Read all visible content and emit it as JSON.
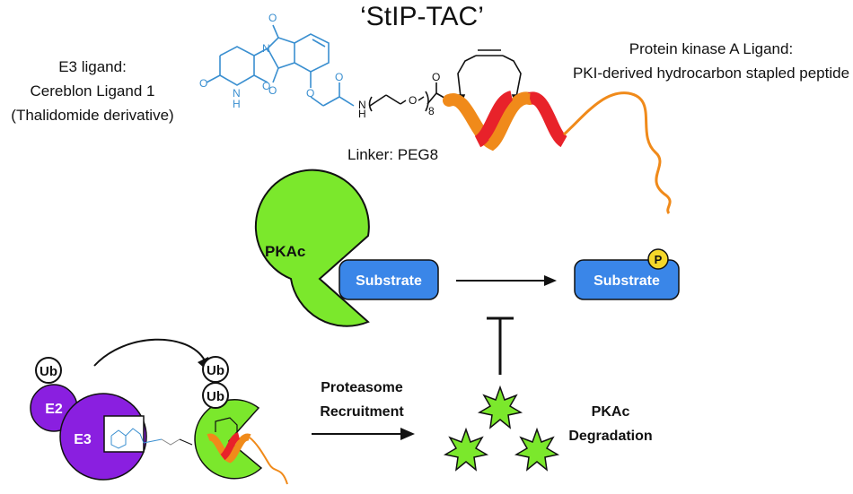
{
  "title": "‘StIP-TAC’",
  "e3_ligand_label": [
    "E3 ligand:",
    "Cereblon Ligand 1",
    "(Thalidomide derivative)"
  ],
  "linker_label": "Linker: PEG8",
  "pka_ligand_label": [
    "Protein kinase A Ligand:",
    "PKI-derived hydrocarbon stapled peptide"
  ],
  "chem_atoms": {
    "O": "O",
    "N": "N",
    "NH": "N",
    "H": "H",
    "repeat": "8"
  },
  "pkac_label": "PKAc",
  "substrate_label": "Substrate",
  "substrate_phospho_label": "Substrate",
  "phospho_label": "P",
  "ub_labels": [
    "Ub",
    "Ub",
    "Ub"
  ],
  "e2_label": "E2",
  "e3_label": "E3",
  "recruitment_label": [
    "Proteasome",
    "Recruitment"
  ],
  "degradation_label": [
    "PKAc",
    "Degradation"
  ],
  "colors": {
    "green": "#7be82c",
    "purple": "#8a1fe0",
    "blue": "#3a86e8",
    "yellow": "#f5d72a",
    "orange": "#f08a1a",
    "red": "#e8222a",
    "chem_blue": "#3a8fd0"
  }
}
